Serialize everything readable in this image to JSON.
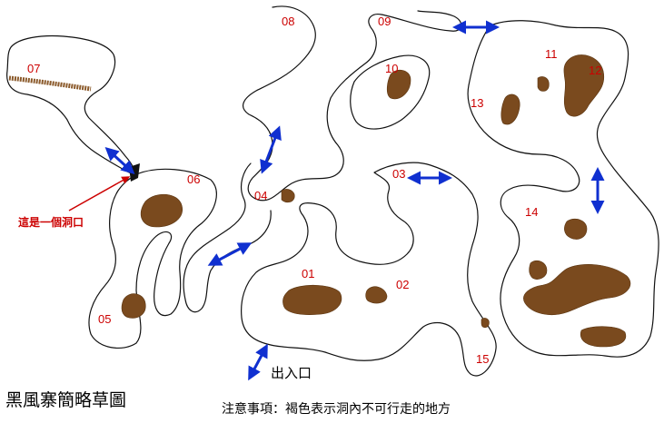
{
  "map": {
    "title": "黑風寨簡略草圖",
    "entrance_label": "出入口",
    "note": "注意事項：褐色表示洞內不可行走的地方",
    "cave_note": "這是一個洞口",
    "colors": {
      "area_label": "#cc0000",
      "blocked": "#7a4a1e",
      "arrow": "#1030d0",
      "outline": "#111111",
      "rope": "#8b5a2b"
    },
    "areas": [
      {
        "id": "01",
        "label": "01"
      },
      {
        "id": "02",
        "label": "02"
      },
      {
        "id": "03",
        "label": "03"
      },
      {
        "id": "04",
        "label": "04"
      },
      {
        "id": "05",
        "label": "05"
      },
      {
        "id": "06",
        "label": "06"
      },
      {
        "id": "07",
        "label": "07"
      },
      {
        "id": "08",
        "label": "08"
      },
      {
        "id": "09",
        "label": "09"
      },
      {
        "id": "10",
        "label": "10"
      },
      {
        "id": "11",
        "label": "11"
      },
      {
        "id": "12",
        "label": "12"
      },
      {
        "id": "13",
        "label": "13"
      },
      {
        "id": "14",
        "label": "14"
      },
      {
        "id": "15",
        "label": "15"
      }
    ]
  }
}
